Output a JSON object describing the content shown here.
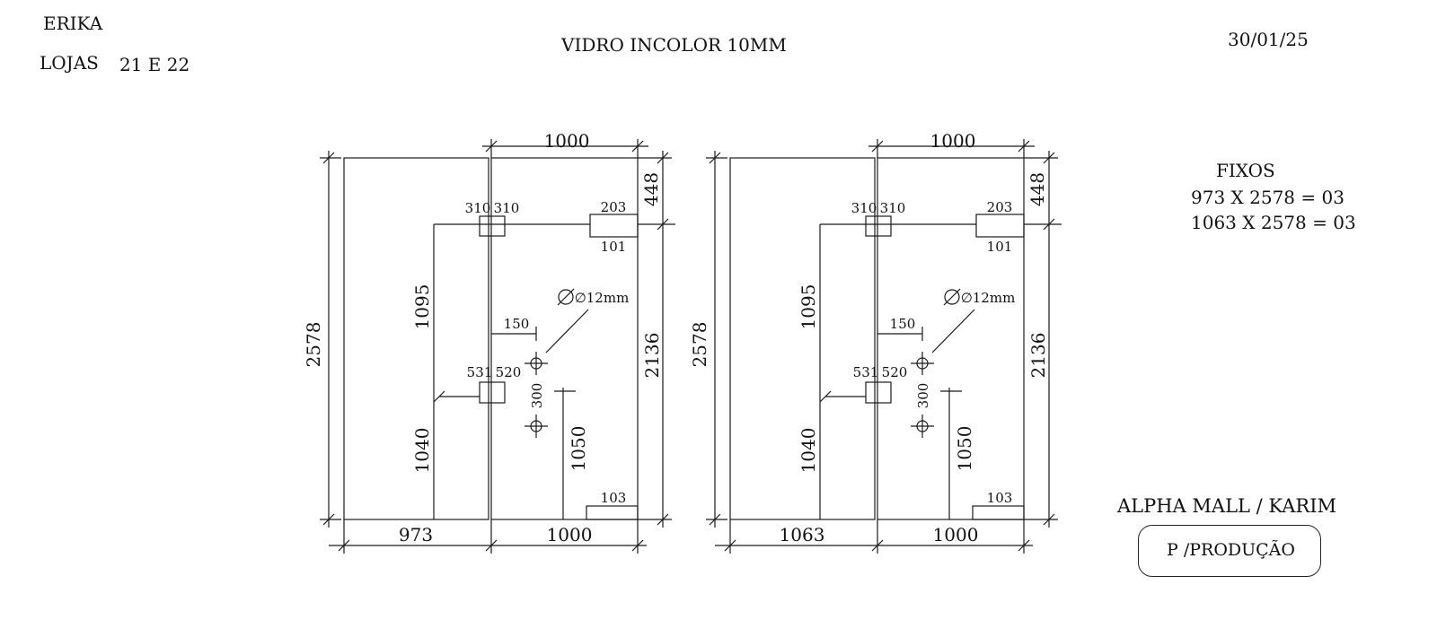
{
  "header": {
    "client": "ERIKA",
    "store_label": "LOJAS",
    "store_numbers": "21 E 22",
    "title": "VIDRO INCOLOR 10MM",
    "date": "30/01/25"
  },
  "fixed_panels": {
    "title": "FIXOS",
    "items": [
      "973 X 2578 = 03",
      "1063 X 2578 = 03"
    ]
  },
  "project": "ALPHA MALL / KARIM",
  "stamp": "P /PRODUÇÃO",
  "drawings": [
    {
      "fixed_width": "973",
      "door_width_top": "1000",
      "door_width_bottom": "1000",
      "total_height": "2578",
      "top_offset": "448",
      "door_height": "2136",
      "upper_hinge": "1095",
      "lower_hinge": "1040",
      "handle_height": "1050",
      "hinge_top_left": "310",
      "hinge_top_right": "310",
      "patch_top_w": "203",
      "patch_top_h": "101",
      "hole_diameter": "∅12mm",
      "hole_offset": "150",
      "hinge_mid_left": "531",
      "hinge_mid_right": "520",
      "hole_spacing": "300",
      "patch_bottom": "103"
    },
    {
      "fixed_width": "1063",
      "door_width_top": "1000",
      "door_width_bottom": "1000",
      "total_height": "2578",
      "top_offset": "448",
      "door_height": "2136",
      "upper_hinge": "1095",
      "lower_hinge": "1040",
      "handle_height": "1050",
      "hinge_top_left": "310",
      "hinge_top_right": "310",
      "patch_top_w": "203",
      "patch_top_h": "101",
      "hole_diameter": "∅12mm",
      "hole_offset": "150",
      "hinge_mid_left": "531",
      "hinge_mid_right": "520",
      "hole_spacing": "300",
      "patch_bottom": "103"
    }
  ]
}
